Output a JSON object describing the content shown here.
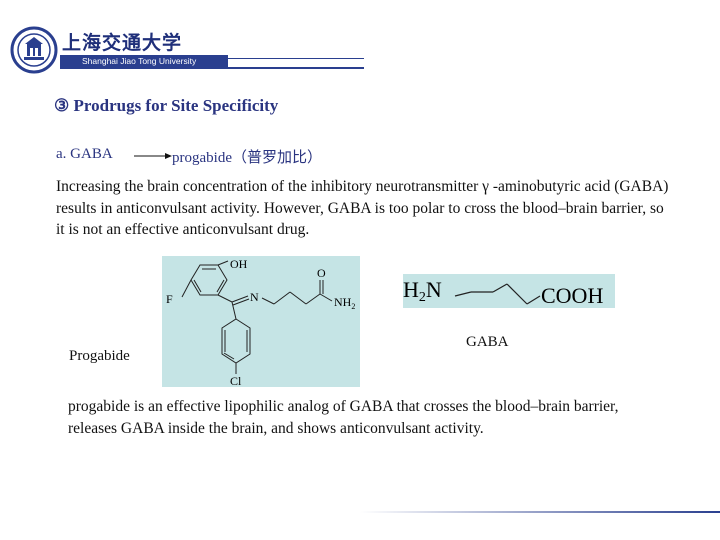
{
  "header": {
    "university_cn": "上海交通大学",
    "university_en": "Shanghai Jiao Tong University"
  },
  "slide": {
    "heading": "③ Prodrugs for Site Specificity",
    "line_a_left": "a. GABA",
    "line_a_right": "progabide（普罗加比）",
    "paragraph1": "Increasing the brain concentration of the inhibitory neurotransmitter γ -aminobutyric acid (GABA) results in anticonvulsant activity. However, GABA is too polar to cross the blood–brain barrier, so it is not an effective anticonvulsant drug.",
    "paragraph2": "progabide  is an effective lipophilic analog of GABA that crosses the blood–brain barrier, releases GABA inside the brain, and shows anticonvulsant activity."
  },
  "figures": {
    "progabide_label": "Progabide",
    "gaba_label": "GABA",
    "progabide_atoms": {
      "oh": "OH",
      "f": "F",
      "n": "N",
      "o": "O",
      "nh": "NH",
      "sub2": "2",
      "cl": "Cl"
    },
    "gaba_formula": {
      "h": "H",
      "sub2": "2",
      "n": "N",
      "cooh": "COOH"
    }
  },
  "colors": {
    "brand_blue": "#2a3f8f",
    "heading_blue": "#2a3480",
    "structure_bg": "#c5e4e5"
  }
}
